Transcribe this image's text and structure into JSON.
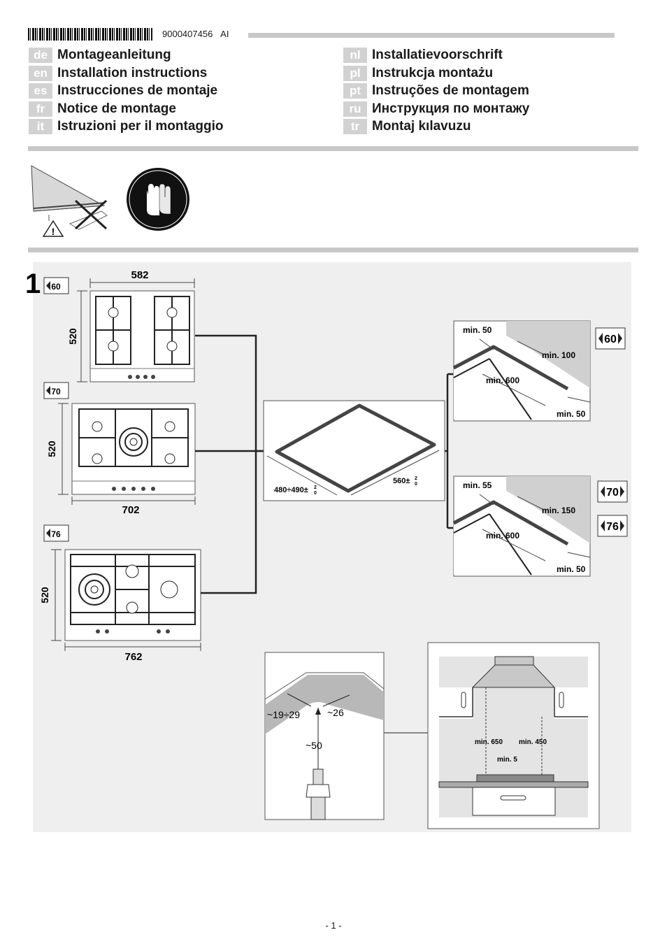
{
  "header": {
    "doc_number": "9000407456",
    "doc_suffix": "AI",
    "languages_left": [
      {
        "code": "de",
        "title": "Montageanleitung"
      },
      {
        "code": "en",
        "title": "Installation instructions"
      },
      {
        "code": "es",
        "title": "Instrucciones de montaje"
      },
      {
        "code": "fr",
        "title": "Notice de montage"
      },
      {
        "code": "it",
        "title": "Istruzioni per il montaggio"
      }
    ],
    "languages_right": [
      {
        "code": "nl",
        "title": "Installatievoorschrift"
      },
      {
        "code": "pl",
        "title": "Instrukcja montażu"
      },
      {
        "code": "pt",
        "title": "Instruções de montagem"
      },
      {
        "code": "ru",
        "title": "Инструкция по монтажу"
      },
      {
        "code": "tr",
        "title": "Montaj kılavuzu"
      }
    ]
  },
  "figure": {
    "step_number": "1",
    "hob60": {
      "badge": "60",
      "width": "582",
      "depth": "520"
    },
    "hob70": {
      "badge": "70",
      "width": "702",
      "depth": "520"
    },
    "hob76": {
      "badge": "76",
      "width": "762",
      "depth": "520"
    },
    "cutout": {
      "depth": "480÷490±",
      "depth_tol_top": "2",
      "depth_tol_bottom": "0",
      "width": "560±",
      "width_tol_top": "2",
      "width_tol_bottom": "0"
    },
    "clearance60": {
      "badge": "60",
      "back": "min. 50",
      "side": "min. 100",
      "front": "min. 600",
      "edge": "min. 50"
    },
    "clearance70": {
      "badges": [
        "70",
        "76"
      ],
      "back": "min. 55",
      "side": "min. 150",
      "front": "min. 600",
      "edge": "min. 50"
    },
    "gas": {
      "range": "~19÷29",
      "offset": "~26",
      "height": "~50"
    },
    "hood": {
      "left": "min. 650",
      "right": "min. 450",
      "below": "min. 5"
    }
  },
  "footer": {
    "page": "- 1 -"
  }
}
